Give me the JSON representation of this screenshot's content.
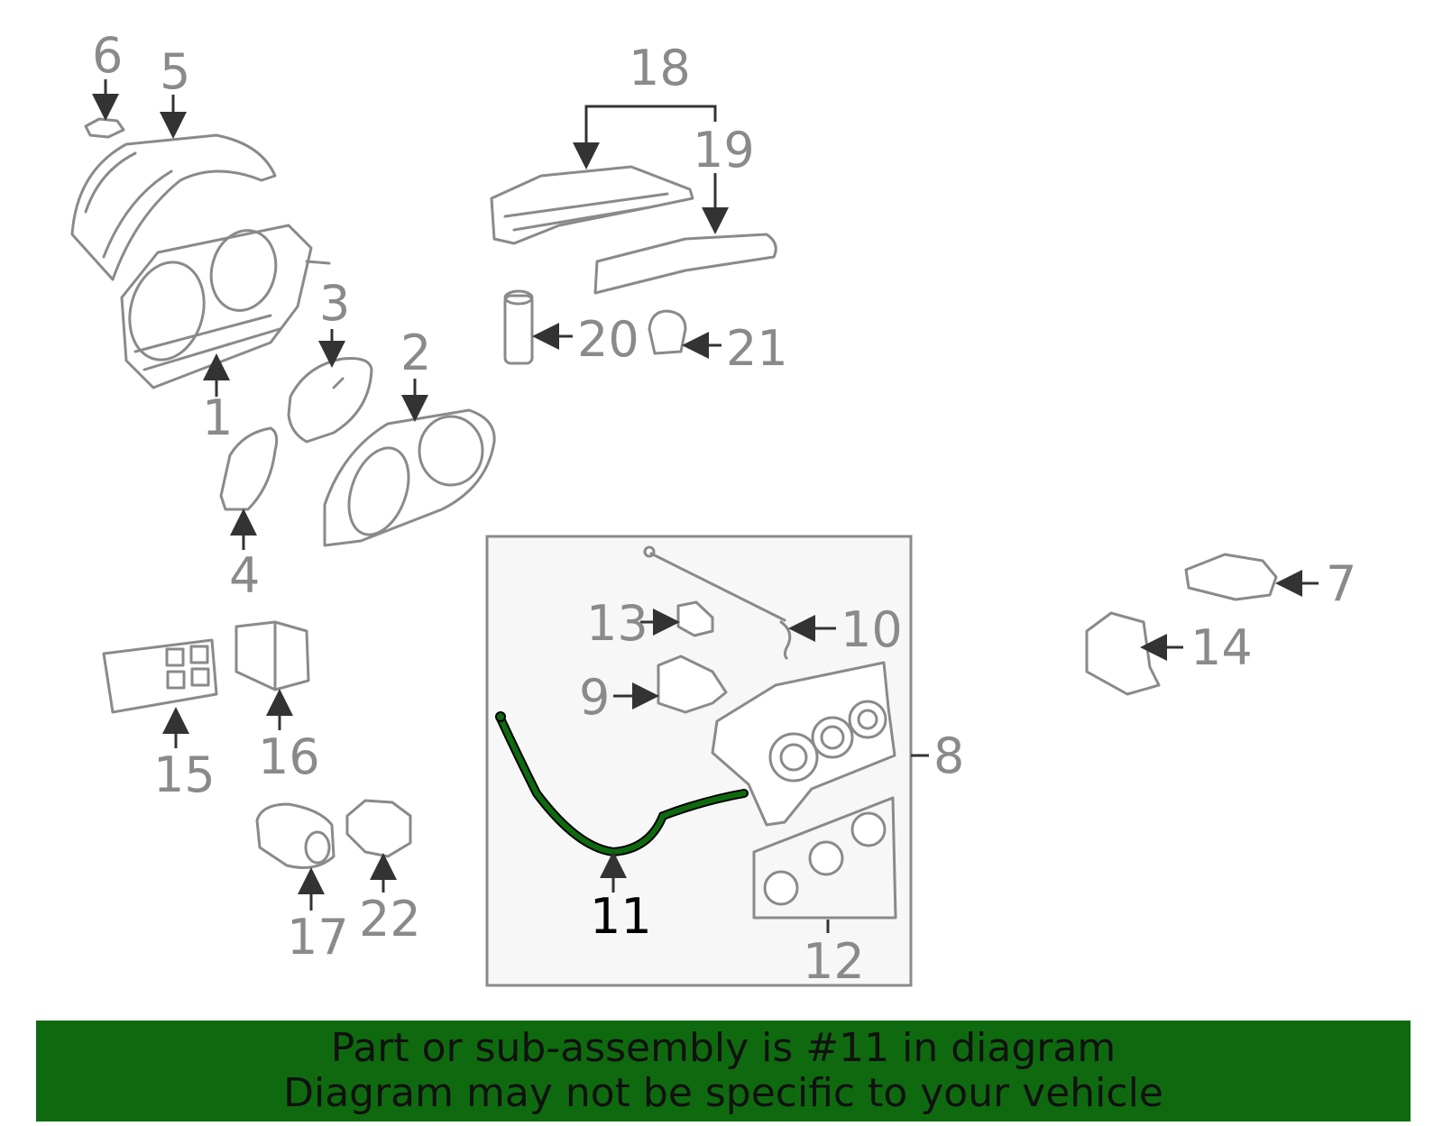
{
  "callouts": {
    "c1": "1",
    "c2": "2",
    "c3": "3",
    "c4": "4",
    "c5": "5",
    "c6": "6",
    "c7": "7",
    "c8": "8",
    "c9": "9",
    "c10": "10",
    "c11": "11",
    "c12": "12",
    "c13": "13",
    "c14": "14",
    "c15": "15",
    "c16": "16",
    "c17": "17",
    "c18": "18",
    "c19": "19",
    "c20": "20",
    "c21": "21",
    "c22": "22"
  },
  "highlighted_part": "11",
  "colors": {
    "highlight": "#0f6a0f",
    "banner": "#0f6a0f",
    "line": "#8a8a8a",
    "text": "#111111"
  },
  "banner": {
    "line1": "Part or sub-assembly is #11 in diagram",
    "line2": "Diagram may not be specific to your vehicle"
  }
}
